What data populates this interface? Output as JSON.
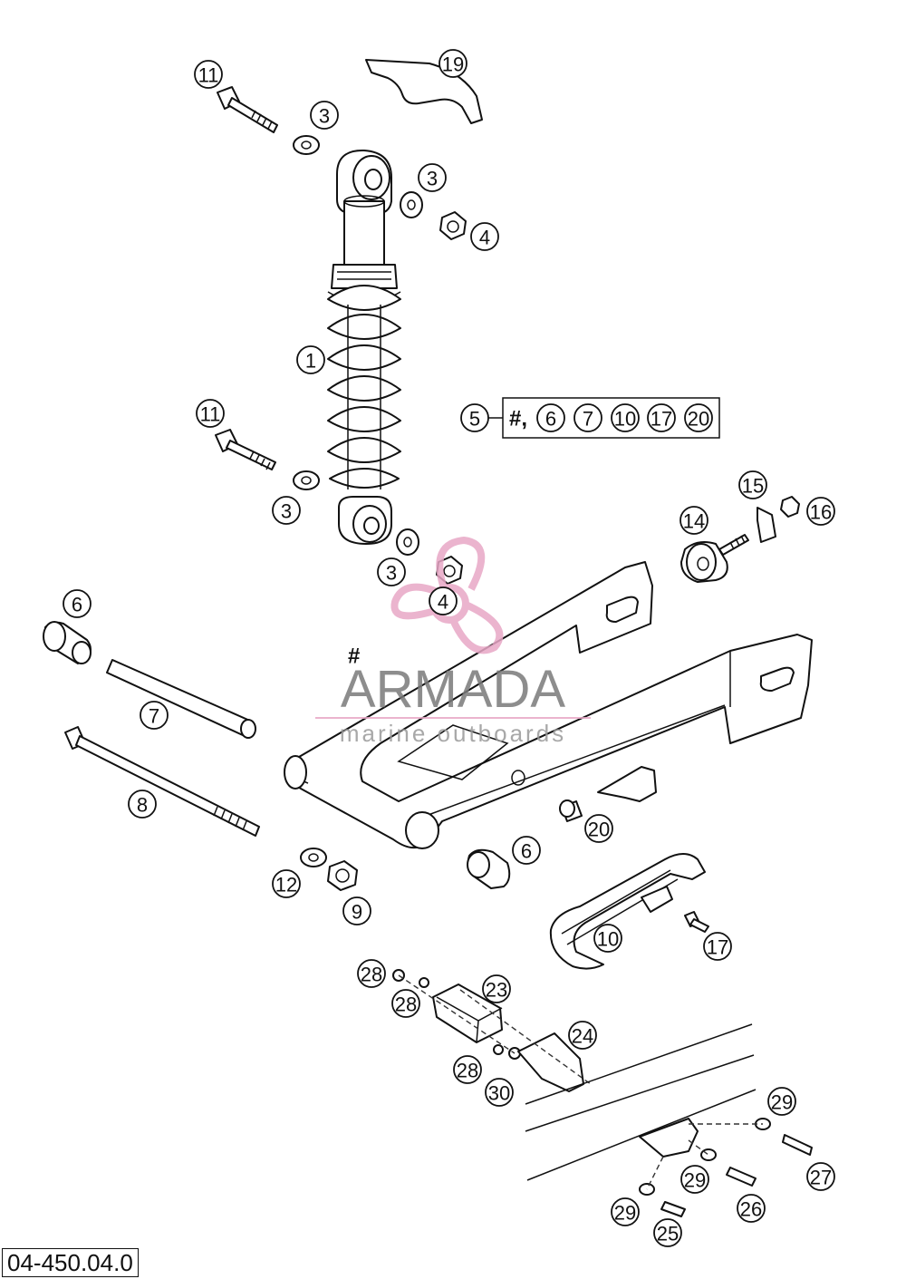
{
  "diagram_code": "04-450.04.0",
  "kit": {
    "main": "5",
    "prefix": "#,",
    "members": [
      "6",
      "7",
      "10",
      "17",
      "20"
    ]
  },
  "hash_mark": "#",
  "watermark": {
    "brand": "ARMADA",
    "tagline": "marine outboards",
    "accent_color": "#e8a7c6"
  },
  "callouts": [
    "11",
    "19",
    "3",
    "3",
    "4",
    "1",
    "11",
    "3",
    "3",
    "4",
    "15",
    "16",
    "14",
    "6",
    "7",
    "8",
    "12",
    "9",
    "6",
    "20",
    "10",
    "17",
    "28",
    "28",
    "23",
    "28",
    "30",
    "24",
    "29",
    "29",
    "27",
    "26",
    "29",
    "25"
  ]
}
